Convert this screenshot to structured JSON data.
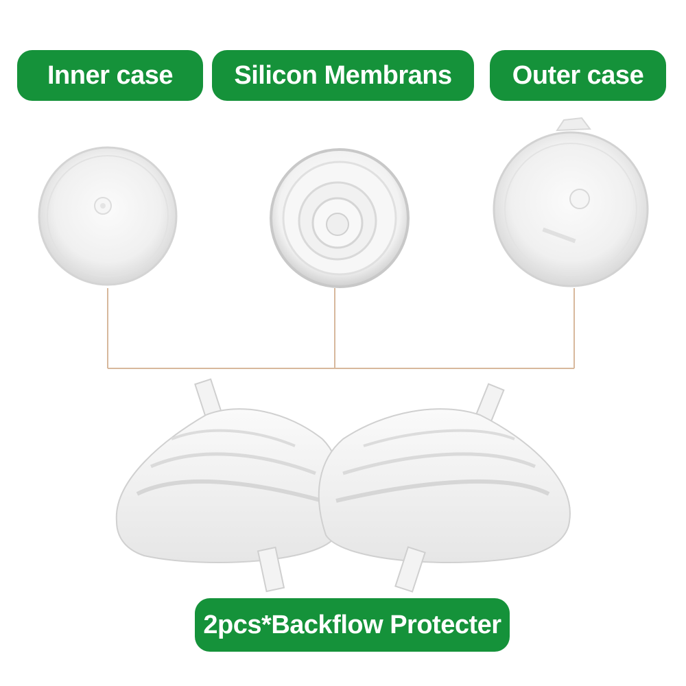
{
  "labels": {
    "inner_case": "Inner case",
    "silicon_membrans": "Silicon Membrans",
    "outer_case": "Outer case",
    "backflow": "2pcs*Backflow Protecter"
  },
  "colors": {
    "label_background": "#15923a",
    "label_text": "#ffffff",
    "connector_line": "#d7b89c"
  },
  "parts": [
    {
      "name": "inner-case",
      "icon": "clear-disc"
    },
    {
      "name": "silicon-membrane",
      "icon": "white-membrane-disc"
    },
    {
      "name": "outer-case",
      "icon": "clear-cap-disc"
    },
    {
      "name": "backflow-protector",
      "count": 2,
      "icon": "stacked-dome"
    }
  ]
}
